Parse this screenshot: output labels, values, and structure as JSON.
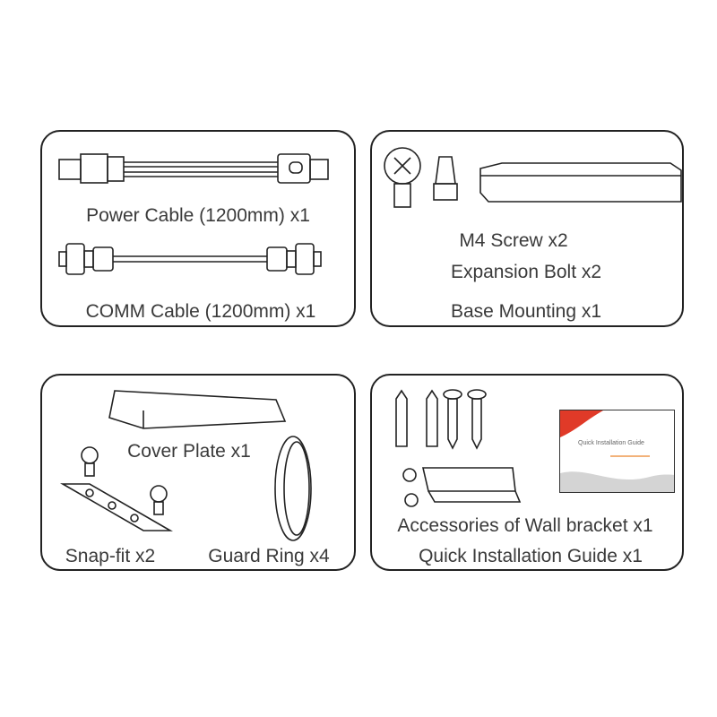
{
  "panels": [
    {
      "items": [
        "Power Cable (1200mm) x1",
        "COMM Cable (1200mm) x1"
      ]
    },
    {
      "items": [
        "M4 Screw x2",
        "Expansion Bolt x2",
        "Base Mounting x1"
      ]
    },
    {
      "items": [
        "Cover Plate x1",
        "Snap-fit x2",
        "Guard Ring x4"
      ]
    },
    {
      "items": [
        "Accessories of Wall bracket x1",
        "Quick Installation Guide x1"
      ]
    }
  ],
  "guide_thumbnail": {
    "title": "Quick Installation Guide"
  },
  "colors": {
    "border": "#222222",
    "text": "#3a3a3a",
    "guide_red": "#d8252a",
    "guide_orange": "#f5a623"
  }
}
